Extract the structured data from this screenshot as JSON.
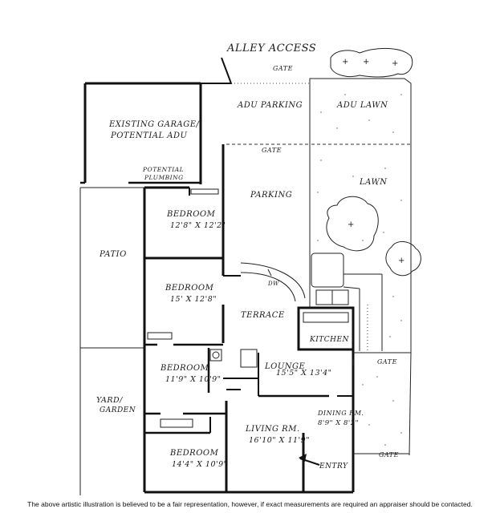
{
  "labels": {
    "alley_access": "ALLEY ACCESS",
    "gate_top": "GATE",
    "adu_parking": "ADU PARKING",
    "adu_lawn": "ADU LAWN",
    "existing_garage_1": "EXISTING GARAGE/",
    "existing_garage_2": "POTENTIAL ADU",
    "potential_plumbing_1": "POTENTIAL",
    "potential_plumbing_2": "PLUMBING",
    "gate_mid": "GATE",
    "parking": "PARKING",
    "lawn": "LAWN",
    "bedroom1_name": "BEDROOM",
    "bedroom1_size": "12'8\" X 12'2\"",
    "patio": "PATIO",
    "bedroom2_name": "BEDROOM",
    "bedroom2_size": "15' X 12'8\"",
    "dw": "DW",
    "terrace": "TERRACE",
    "kitchen": "KITCHEN",
    "bedroom3_name": "BEDROOM",
    "bedroom3_size": "11'9\" X 10'9\"",
    "lounge_name": "LOUNGE",
    "lounge_size": "15'5\" X 13'4\"",
    "gate_right": "GATE",
    "yard_1": "YARD/",
    "yard_2": "GARDEN",
    "dining_name": "DINING RM.",
    "dining_size": "8'9\" X 8'2\"",
    "living_name": "LIVING RM.",
    "living_size": "16'10\" X 11'9\"",
    "bedroom4_name": "BEDROOM",
    "bedroom4_size": "14'4\" X 10'9\"",
    "entry": "ENTRY",
    "gate_bottom": "GATE"
  },
  "footer": "The above artistic illustration is believed to be a fair representation, however, if exact measurements are required an appraiser should be contacted."
}
